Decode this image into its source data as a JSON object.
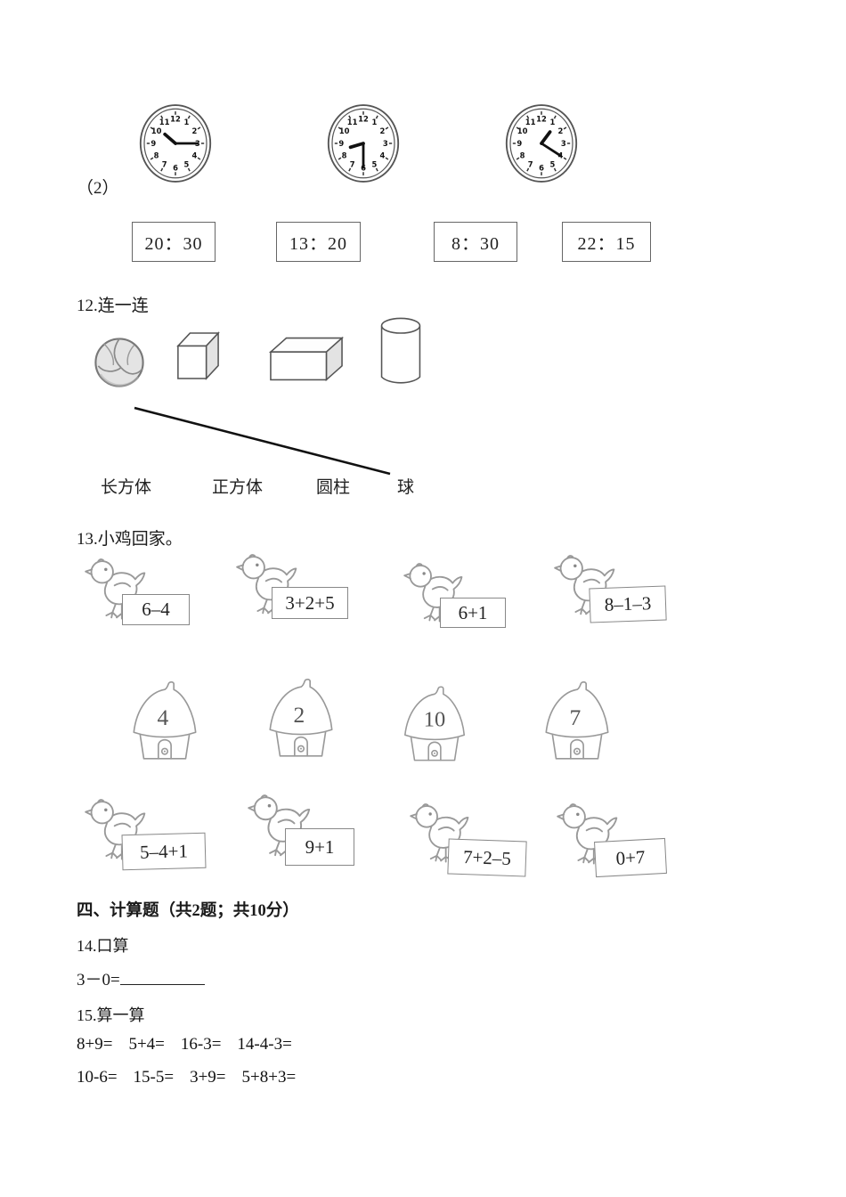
{
  "clock_section": {
    "label": "（2）",
    "dial_numbers": [
      "1",
      "2",
      "3",
      "4",
      "5",
      "6",
      "7",
      "8",
      "9",
      "10",
      "11",
      "12"
    ],
    "clocks": [
      {
        "time": "10:15"
      },
      {
        "time": "8:30"
      },
      {
        "time": "1:20"
      }
    ],
    "time_boxes": [
      "20：30",
      "13：20",
      "8：30",
      "22：15"
    ]
  },
  "matching": {
    "title": "12.连一连",
    "shapes": [
      "volleyball",
      "cube",
      "cuboid",
      "cylinder"
    ],
    "labels": [
      "长方体",
      "正方体",
      "圆柱",
      "球"
    ],
    "drawn_line": {
      "from": "volleyball",
      "to": "球"
    }
  },
  "chicken_game": {
    "title": "13.小鸡回家。",
    "row1": [
      "6–4",
      "3+2+5",
      "6+1",
      "8–1–3"
    ],
    "houses": [
      "4",
      "2",
      "10",
      "7"
    ],
    "row2": [
      "5–4+1",
      "9+1",
      "7+2–5",
      "0+7"
    ]
  },
  "section4": {
    "heading": "四、计算题（共2题；共10分）",
    "q14": {
      "title": "14.口算",
      "expression": "3－0="
    },
    "q15": {
      "title": "15.算一算",
      "row1": [
        "8+9=",
        "5+4=",
        "16-3=",
        "14-4-3="
      ],
      "row2": [
        "10-6=",
        "15-5=",
        "3+9=",
        "5+8+3="
      ]
    }
  }
}
